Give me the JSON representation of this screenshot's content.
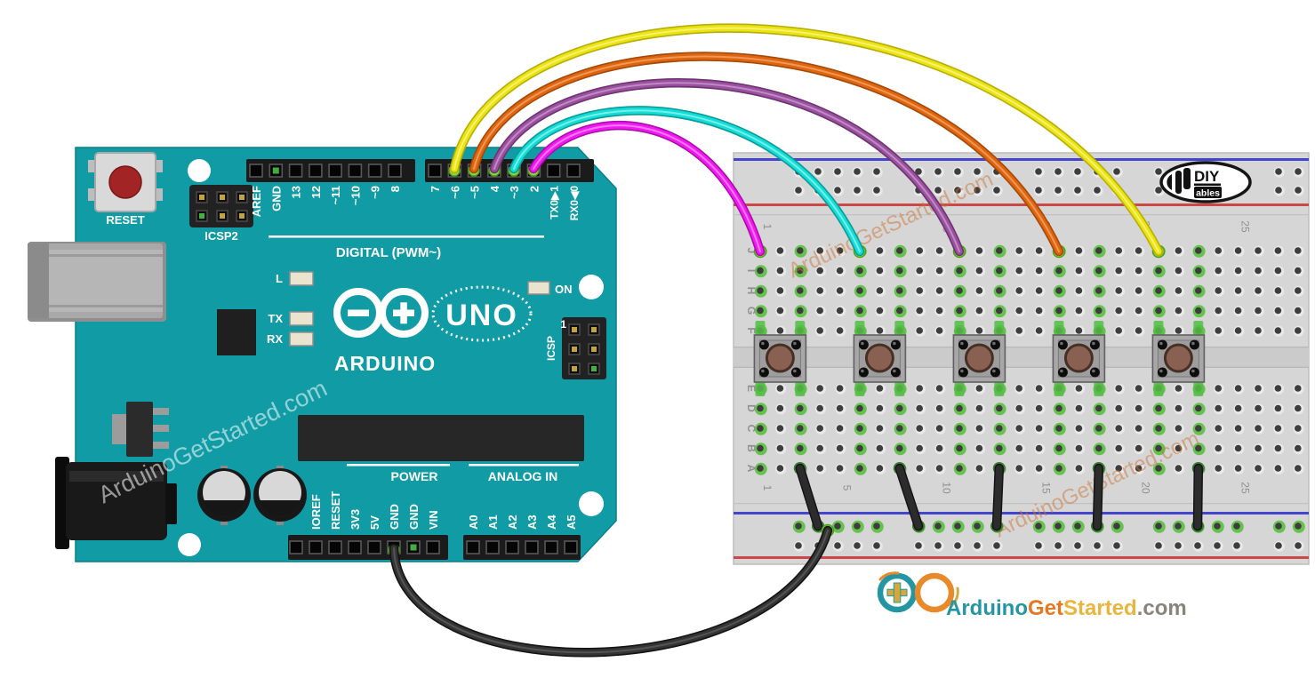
{
  "colors": {
    "board_teal": "#109ba5",
    "breadboard_gray": "#d6d6d6",
    "rail_blue": "#4444cc",
    "rail_red": "#cc4747",
    "hole_dark": "#3d3d3d",
    "net_highlight_green": "#66c24f",
    "wire_tip_green": "#8ada3e",
    "button_body_gray": "#a7a7a7",
    "button_cap_brown": "#8a6052",
    "jumper_black": "#2c2c2c"
  },
  "arduino": {
    "reset_label": "RESET",
    "icsp2_label": "ICSP2",
    "icsp_label": "ICSP",
    "icsp_pin1_label": "1",
    "digital_section_label": "DIGITAL (PWM~)",
    "power_section_label": "POWER",
    "analog_section_label": "ANALOG IN",
    "digital_left_pin_labels": [
      "AREF",
      "GND",
      "13",
      "12",
      "~11",
      "~10",
      "~9",
      "8"
    ],
    "digital_right_pin_labels": [
      "7",
      "~6",
      "~5",
      "4",
      "~3",
      "2",
      "TX0▶1",
      "RX0◀0"
    ],
    "power_pin_labels": [
      "",
      "IOREF",
      "RESET",
      "3V3",
      "5V",
      "GND",
      "GND",
      "VIN"
    ],
    "analog_pin_labels": [
      "A0",
      "A1",
      "A2",
      "A3",
      "A4",
      "A5"
    ],
    "led_l_label": "L",
    "led_tx_label": "TX",
    "led_rx_label": "RX",
    "led_on_label": "ON",
    "uno_label": "UNO",
    "brand_label": "ARDUINO",
    "watermark": "ArduinoGetStarted.com"
  },
  "breadboard": {
    "row_letters_top": [
      "J",
      "I",
      "H",
      "G",
      "F"
    ],
    "row_letters_bottom": [
      "E",
      "D",
      "C",
      "B",
      "A"
    ],
    "column_number_labels": [
      {
        "label": "1",
        "column": 1
      },
      {
        "label": "5",
        "column": 5
      },
      {
        "label": "10",
        "column": 10
      },
      {
        "label": "15",
        "column": 15
      },
      {
        "label": "20",
        "column": 20
      },
      {
        "label": "25",
        "column": 25
      }
    ],
    "highlight_columns": [
      1,
      3,
      6,
      8,
      11,
      13,
      16,
      18,
      21,
      23
    ],
    "push_buttons": [
      {
        "leg_columns": [
          1,
          3
        ]
      },
      {
        "leg_columns": [
          6,
          8
        ]
      },
      {
        "leg_columns": [
          11,
          13
        ]
      },
      {
        "leg_columns": [
          16,
          18
        ]
      },
      {
        "leg_columns": [
          21,
          23
        ]
      }
    ],
    "ground_jumper_columns": [
      3,
      8,
      13,
      18,
      23
    ],
    "diy_logo": {
      "line1": "DIY",
      "line2": "ables"
    },
    "watermark": "ArduinoGetStarted.com"
  },
  "wires": [
    {
      "name": "wire-digital-6",
      "signal": "6",
      "color": "#ece40e",
      "outline": "#b6ae09",
      "sheen": "#f9f6a0",
      "to_column": 21
    },
    {
      "name": "wire-digital-5",
      "signal": "5",
      "color": "#df650f",
      "outline": "#a54a08",
      "sheen": "#f4ad75",
      "to_column": 16
    },
    {
      "name": "wire-digital-4",
      "signal": "4",
      "color": "#9b519f",
      "outline": "#6d3470",
      "sheen": "#cfa3d4",
      "to_column": 11
    },
    {
      "name": "wire-digital-3",
      "signal": "3",
      "color": "#12ded7",
      "outline": "#0b9c97",
      "sheen": "#a5f5f1",
      "to_column": 6
    },
    {
      "name": "wire-digital-2",
      "signal": "2",
      "color": "#f218f2",
      "outline": "#ab0dab",
      "sheen": "#fba4fb",
      "to_column": 1
    },
    {
      "name": "wire-ground",
      "signal": "GND",
      "color": "#343434",
      "outline": "#141414",
      "sheen": "#636363",
      "to_rail": "bottom-blue"
    }
  ],
  "footer_logo": {
    "text_arduino": "Arduino",
    "text_get": "Get",
    "text_started": "Started",
    "text_com": ".com"
  }
}
